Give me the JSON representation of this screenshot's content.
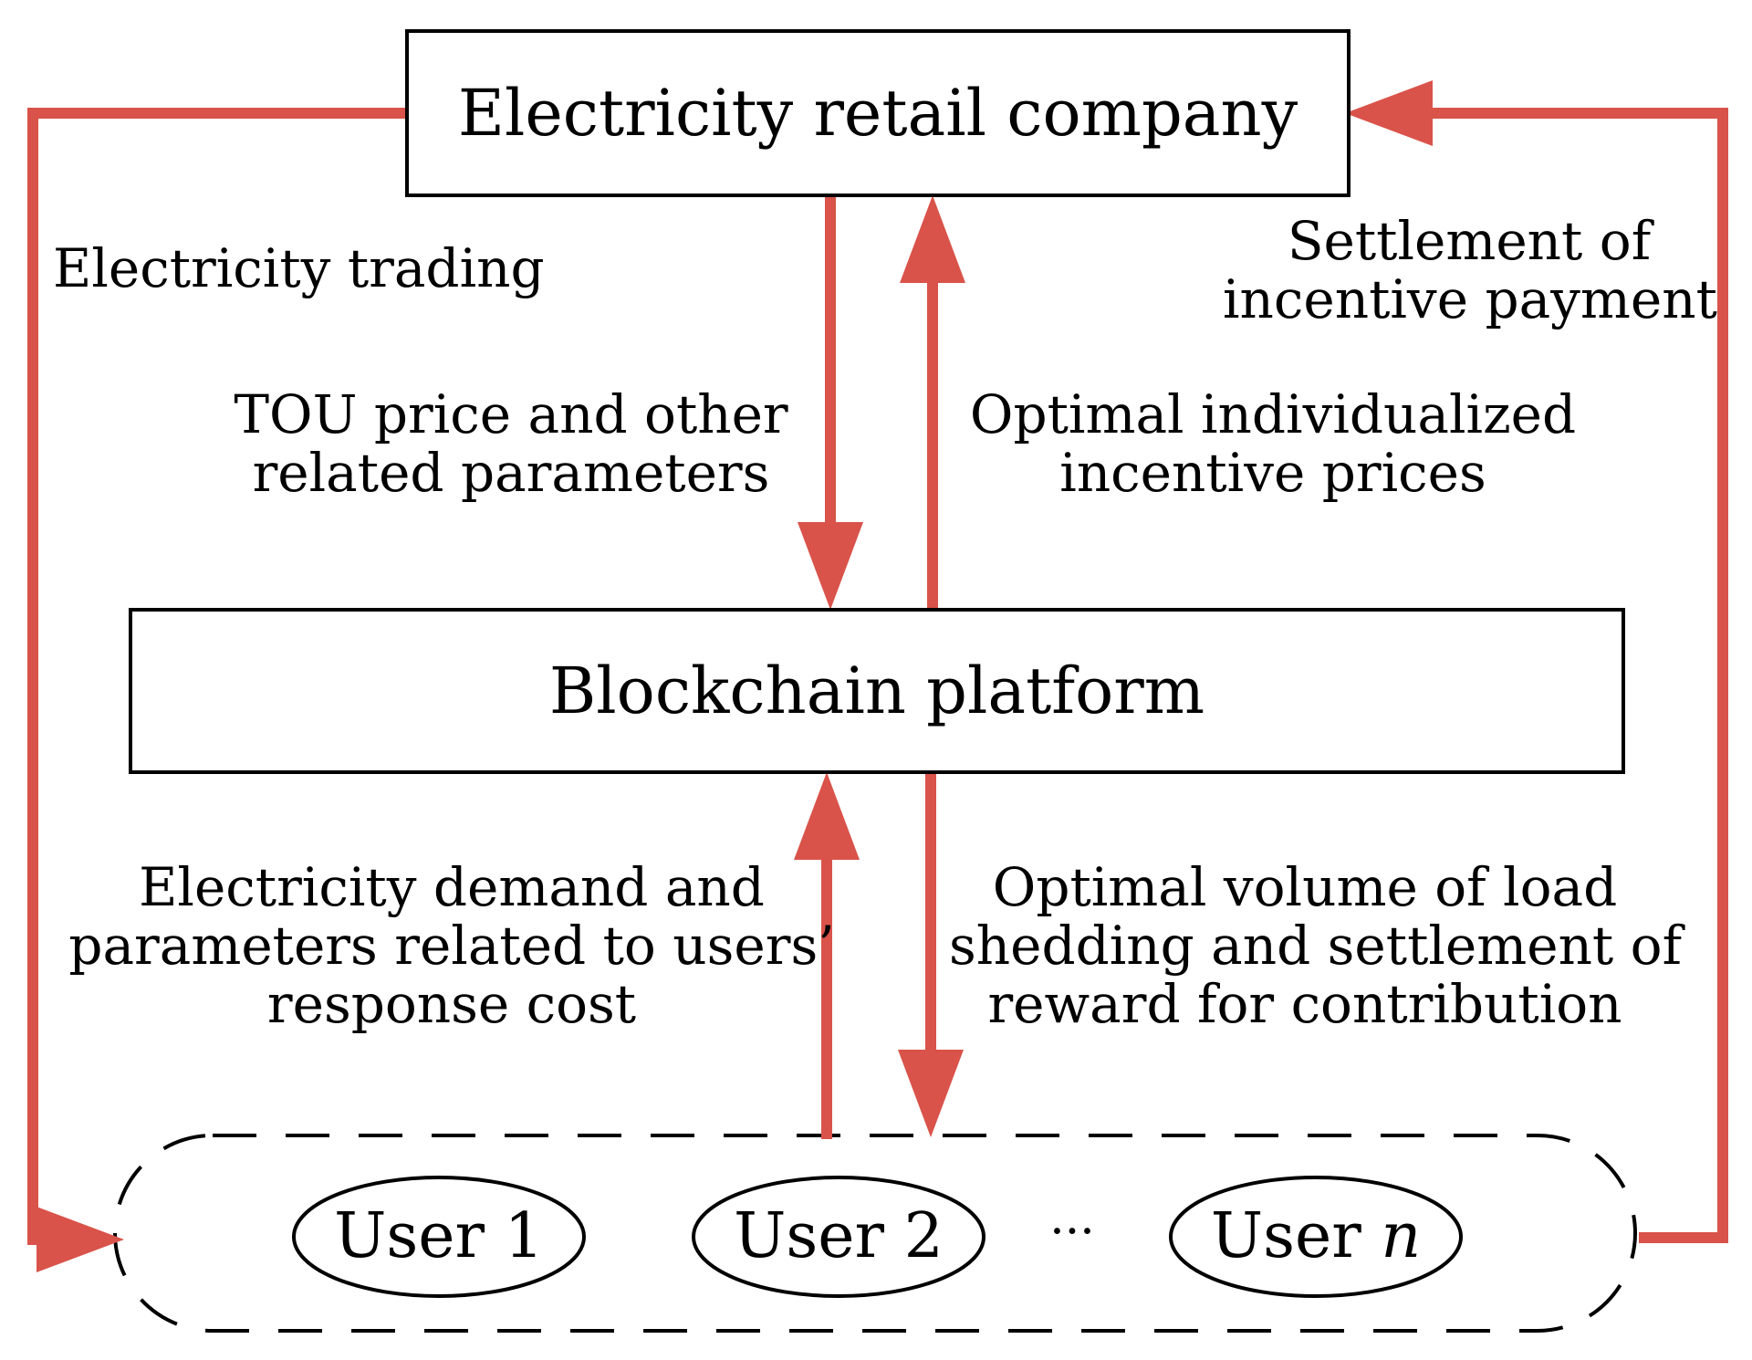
{
  "nodes": {
    "retail_company": "Electricity retail company",
    "blockchain": "Blockchain platform",
    "users": {
      "user1": "User 1",
      "user2": "User 2",
      "ellipsis": "···",
      "usern_prefix": "User ",
      "usern_var": "n"
    }
  },
  "edges": {
    "electricity_trading": "Electricity trading",
    "settlement_line1": "Settlement of",
    "settlement_line2": "incentive payment",
    "tou_line1": "TOU price and other",
    "tou_line2": "related  parameters",
    "optimal_prices_line1": "Optimal individualized",
    "optimal_prices_line2": "incentive prices",
    "demand_line1": "Electricity demand and",
    "demand_line2": "parameters related to users’",
    "demand_line3": "response cost",
    "shedding_line1": "Optimal volume of load",
    "shedding_line2": "shedding and settlement of",
    "shedding_line3": "reward for contribution"
  },
  "colors": {
    "arrow": "#d9534a",
    "stroke": "#000000",
    "background": "#ffffff"
  }
}
